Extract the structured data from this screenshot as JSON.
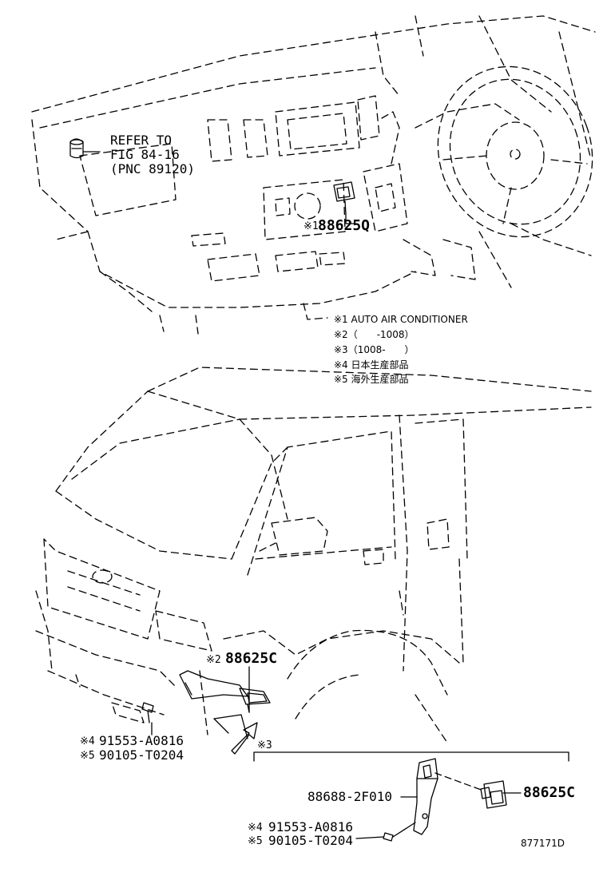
{
  "reference": {
    "line1": "REFER TO",
    "line2": "FIG 84-16",
    "line3": "(PNC 89120)"
  },
  "parts": {
    "sensor_auto_ac": {
      "mark": "※1",
      "number": "88625Q"
    },
    "sensor_early": {
      "mark": "※2",
      "number": "88625C"
    },
    "sensor_late": {
      "number": "88625C"
    },
    "bracket": {
      "number": "88688-2F010"
    },
    "bolt_front_jp": {
      "mark": "※4",
      "number": "91553-A0816"
    },
    "bolt_front_ov": {
      "mark": "※5",
      "number": "90105-T0204"
    },
    "bolt_detail_jp": {
      "mark": "※4",
      "number": "91553-A0816"
    },
    "bolt_detail_ov": {
      "mark": "※5",
      "number": "90105-T0204"
    },
    "detail_mark": "※3"
  },
  "notes": [
    "※1 AUTO AIR CONDITIONER",
    "※2（　　-1008）",
    "※3（1008-　　）",
    "※4 日本生産部品",
    "※5 海外生産部品"
  ],
  "drawing_code": "877171D"
}
